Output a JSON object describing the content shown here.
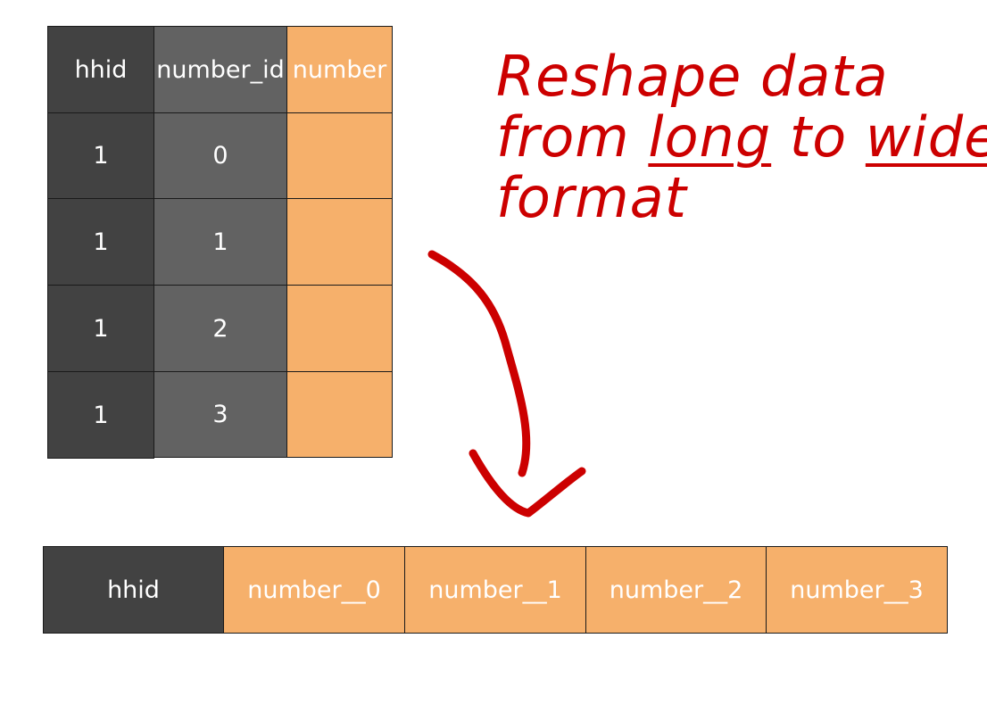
{
  "long_table": {
    "headers": [
      "hhid",
      "number_id",
      "number"
    ],
    "rows": [
      {
        "hhid": "1",
        "number_id": "0",
        "number": ""
      },
      {
        "hhid": "1",
        "number_id": "1",
        "number": ""
      },
      {
        "hhid": "1",
        "number_id": "2",
        "number": ""
      },
      {
        "hhid": "1",
        "number_id": "3",
        "number": ""
      }
    ]
  },
  "wide_table": {
    "headers": [
      "hhid",
      "number__0",
      "number__1",
      "number__2",
      "number__3"
    ]
  },
  "annotation": {
    "line1": "Reshape data",
    "line2_prefix": "from ",
    "line2_long": "long",
    "line2_mid": " to ",
    "line2_wide": "wide",
    "line3": "format"
  },
  "colors": {
    "dark": "#424242",
    "mid": "#626262",
    "orange": "#f6b06b",
    "annotation": "#cc0000"
  }
}
